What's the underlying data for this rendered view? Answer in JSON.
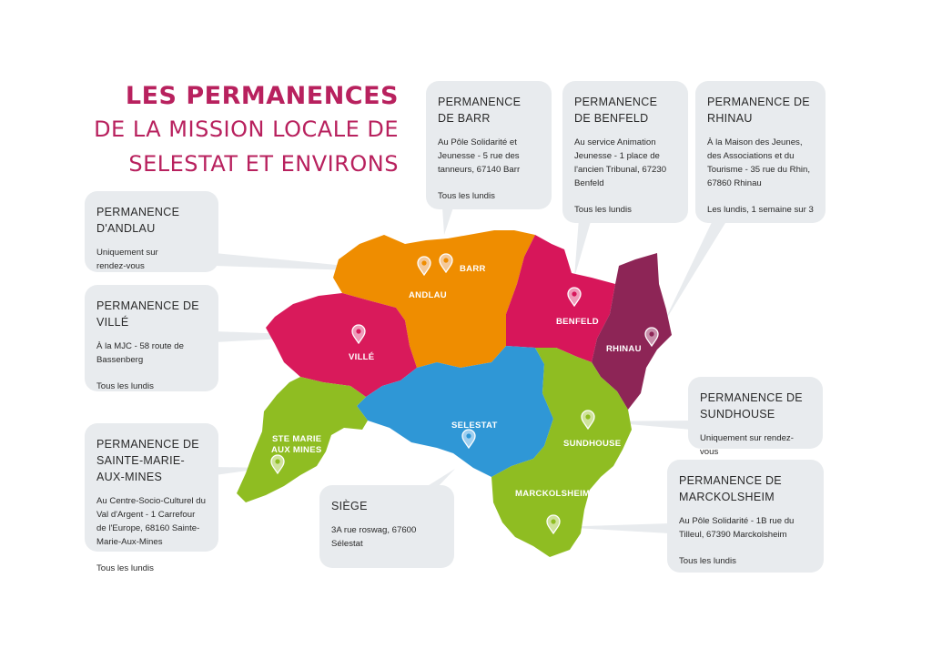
{
  "title": {
    "line1": "LES PERMANENCES",
    "line2": "DE LA MISSION LOCALE DE",
    "line3": "SELESTAT ET ENVIRONS"
  },
  "colors": {
    "title": "#b8215e",
    "andlau_barr": "#ef8d00",
    "ville": "#d91a5b",
    "benfeld": "#d7165a",
    "rhinau": "#8d2556",
    "selestat": "#2f97d6",
    "green": "#8fbd22",
    "card": "#e8ebee"
  },
  "map_labels": {
    "barr": "BARR",
    "andlau": "ANDLAU",
    "benfeld": "BENFELD",
    "ville": "VILLÉ",
    "rhinau": "RHINAU",
    "selestat": "SELESTAT",
    "sainte_marie_1": "STE MARIE",
    "sainte_marie_2": "AUX MINES",
    "sundhouse": "SUNDHOUSE",
    "marckolsheim": "MARCKOLSHEIM"
  },
  "cards": {
    "barr": {
      "title": "PERMANENCE DE BARR",
      "body": "Au Pôle Solidarité et Jeunesse - 5 rue des tanneurs, 67140 Barr",
      "schedule": "Tous les lundis"
    },
    "benfeld": {
      "title": "PERMANENCE DE BENFELD",
      "body": "Au service Animation Jeunesse - 1 place de l'ancien Tribunal, 67230 Benfeld",
      "schedule": "Tous les lundis"
    },
    "rhinau": {
      "title": "PERMANENCE DE RHINAU",
      "body": "À la Maison des Jeunes, des Associations et du Tourisme - 35 rue du Rhin, 67860 Rhinau",
      "schedule": "Les lundis, 1 semaine sur 3"
    },
    "andlau": {
      "title": "PERMANENCE D'ANDLAU",
      "body": "Uniquement sur rendez-vous"
    },
    "ville": {
      "title": "PERMANENCE DE VILLÉ",
      "body": "À la MJC - 58 route de Bassenberg",
      "schedule": "Tous les lundis"
    },
    "sainte_marie": {
      "title": "PERMANENCE DE SAINTE-MARIE-AUX-MINES",
      "body": "Au Centre-Socio-Culturel du Val d'Argent - 1 Carrefour de l'Europe, 68160 Sainte-Marie-Aux-Mines",
      "schedule": "Tous les lundis"
    },
    "siege": {
      "title": "SIÈGE",
      "body": "3A rue roswag, 67600 Sélestat"
    },
    "sundhouse": {
      "title": "PERMANENCE DE SUNDHOUSE",
      "body": "Uniquement sur rendez-vous"
    },
    "marckolsheim": {
      "title": "PERMANENCE DE MARCKOLSHEIM",
      "body": "Au Pôle Solidarité - 1B rue du Tilleul, 67390 Marckolsheim",
      "schedule": "Tous les lundis"
    }
  }
}
